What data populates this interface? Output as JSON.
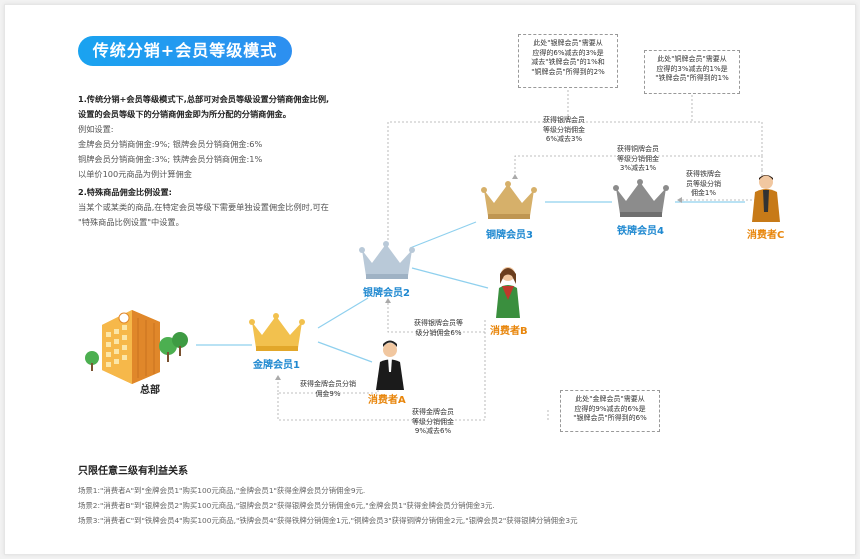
{
  "title": "传统分销+会员等级模式",
  "description": {
    "heading1": "1.传统分销+会员等级模式下,总部可对会员等级设置分销商佣金比例,",
    "heading1_cont": "设置的会员等级下的分销商佣金即为所分配的分销商佣金。",
    "example_label": "例如设置:",
    "example_line1": "金牌会员分销商佣金:9%;  银牌会员分销商佣金:6%",
    "example_line2": "铜牌会员分销商佣金:3%;  铁牌会员分销商佣金:1%",
    "example_line3": "以单价100元商品为例计算佣金",
    "heading2": "2.特殊商品佣金比例设置:",
    "heading2_line1": "当某个或某类的商品,在特定会员等级下需要单独设置佣金比例时,可在",
    "heading2_line2": "\"特殊商品比例设置\"中设置。"
  },
  "nodes": {
    "hq": "总部",
    "gold": "金牌会员1",
    "silver": "银牌会员2",
    "bronze": "铜牌会员3",
    "iron": "铁牌会员4",
    "consumerA": "消费者A",
    "consumerB": "消费者B",
    "consumerC": "消费者C"
  },
  "notes": {
    "a_gold_1": "获得金牌会员分销",
    "a_gold_2": "佣金9%",
    "b_silver_1": "获得银牌会员等",
    "b_silver_2": "级分销佣金6%",
    "a_gold_dash_1": "获得金牌会员",
    "a_gold_dash_2": "等级分销佣金",
    "a_gold_dash_3": "9%减去6%",
    "c_iron_1": "获得铁牌会",
    "c_iron_2": "员等级分销",
    "c_iron_3": "佣金1%",
    "c_bronze_1": "获得铜牌会员",
    "c_bronze_2": "等级分销佣金",
    "c_bronze_3": "3%减去1%",
    "c_silver_1": "获得银牌会员",
    "c_silver_2": "等级分销佣金",
    "c_silver_3": "6%减去3%"
  },
  "boxes": {
    "box1_l1": "此处\"银牌会员\"需要从",
    "box1_l2": "应得的6%减去的3%是",
    "box1_l3": "减去\"铁牌会员\"的1%和",
    "box1_l4": "\"铜牌会员\"所得到的2%",
    "box2_l1": "此处\"铜牌会员\"需要从",
    "box2_l2": "应得的3%减去的1%是",
    "box2_l3": "\"铁牌会员\"所得到的1%",
    "box3_l1": "此处\"金牌会员\"需要从",
    "box3_l2": "应得的9%减去的6%是",
    "box3_l3": "\"银牌会员\"所得到的6%"
  },
  "relations": {
    "title": "只限任意三级有利益关系",
    "scene1": "场景1:\"消费者A\"到\"金牌会员1\"购买100元商品,\"金牌会员1\"获得金牌会员分销佣金9元.",
    "scene2": "场景2:\"消费者B\"到\"银牌会员2\"购买100元商品,\"银牌会员2\"获得银牌会员分销佣金6元,\"金牌会员1\"获得金牌会员分销佣金3元.",
    "scene3": "场景3:\"消费者C\"到\"铁牌会员4\"购买100元商品,\"铁牌会员4\"获得铁牌分销佣金1元,\"铜牌会员3\"获得铜牌分销佣金2元,\"银牌会员2\"获得银牌分销佣金3元"
  },
  "colors": {
    "accent": "#1a9ef0",
    "member_label": "#1e88d0",
    "consumer_label": "#e8860c",
    "connector": "#8fd0ee",
    "dashed": "#aaaaaa",
    "gold_crown": "#f2c14e",
    "silver_crown": "#b9c9d8",
    "bronze_crown": "#d6b06a",
    "iron_crown": "#8c8c8c"
  }
}
